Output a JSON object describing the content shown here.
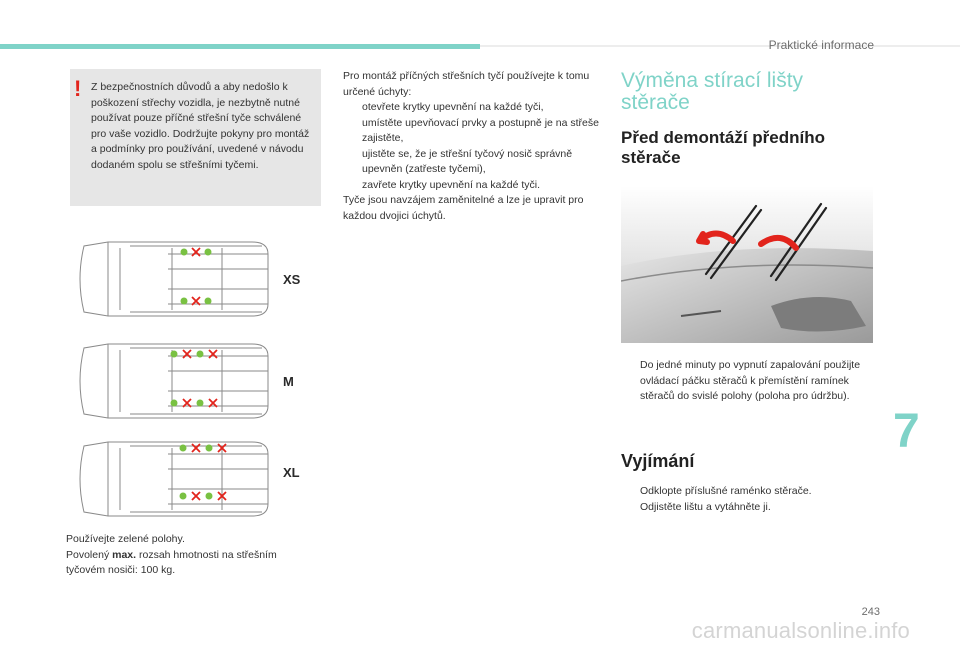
{
  "header": {
    "section_title": "Praktické informace"
  },
  "warning": {
    "text": "Z bezpečnostních důvodů a aby nedošlo k poškození střechy vozidla, je nezbytně nutné používat pouze příčné střešní tyče schválené pro vaše vozidlo. Dodržujte pokyny pro montáž a podmínky pro používání, uvedené v návodu dodaném spolu se střešními tyčemi."
  },
  "van_diagrams": [
    {
      "label": "XS",
      "green_points": 4,
      "red_marks": 2
    },
    {
      "label": "M",
      "green_points": 4,
      "red_marks": 4
    },
    {
      "label": "XL",
      "green_points": 4,
      "red_marks": 4
    }
  ],
  "colors": {
    "accent": "#7fd3c8",
    "warning": "#e2241c",
    "green_point": "#79c142",
    "red_mark": "#e2241c"
  },
  "footnote": {
    "line1": "Používejte zelené polohy.",
    "line2_prefix": "Povolený ",
    "line2_bold": "max.",
    "line2_suffix": " rozsah hmotnosti na střešním",
    "line3": "tyčovém nosiči: 100 kg."
  },
  "mounting": {
    "intro": "Pro montáž příčných střešních tyčí používejte k tomu určené úchyty:",
    "bullets": [
      "otevřete krytky upevnění na každé tyči,",
      "umístěte upevňovací prvky a postupně je na střeše zajistěte,",
      "ujistěte se, že je střešní tyčový nosič správně upevněn (zatřeste tyčemi),",
      "zavřete krytky upevnění na každé tyči."
    ],
    "outro": "Tyče jsou navzájem zaměnitelné a lze je upravit pro každou dvojici úchytů."
  },
  "right": {
    "title": "Výměna stírací lišty stěrače",
    "subtitle": "Před demontáží předního stěrače",
    "bullet_before": "Do jedné minuty po vypnutí zapalování použijte ovládací páčku stěračů k přemístění ramínek stěračů do svislé polohy (poloha pro údržbu).",
    "removal_title": "Vyjímání",
    "removal_bullets": [
      "Odklopte příslušné raménko stěrače.",
      "Odjistěte lištu a vytáhněte ji."
    ]
  },
  "bullet_symbol": "",
  "chapter_number": "7",
  "page_number": "243",
  "watermark": "carmanualsonline.info"
}
